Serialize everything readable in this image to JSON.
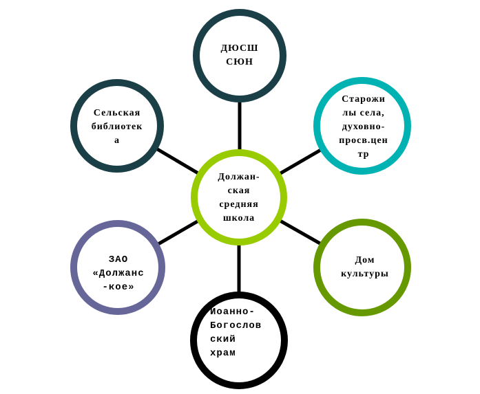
{
  "center": {
    "lines": [
      "Должан-",
      "ская",
      "средняя",
      "школа"
    ],
    "color": "#99cc00"
  },
  "nodes": [
    {
      "id": "dyussh",
      "lines": [
        "ДЮСШ",
        "СЮН"
      ],
      "color": "#1a3f47"
    },
    {
      "id": "library",
      "lines": [
        "Сельская",
        "библиотек",
        "а"
      ],
      "color": "#1a3f47"
    },
    {
      "id": "oldtimers",
      "lines": [
        "Старожи",
        "лы села,",
        "духовно-",
        "просв.цен",
        "тр"
      ],
      "color": "#00b2b2"
    },
    {
      "id": "zao",
      "lines": [
        "ЗАО",
        "«Должанс",
        "-кое»"
      ],
      "color": "#666699"
    },
    {
      "id": "culture",
      "lines": [
        "Дом",
        "культуры"
      ],
      "color": "#669900"
    },
    {
      "id": "church",
      "lines": [
        "Иоанно-",
        "Богослов",
        "ский",
        "храм"
      ],
      "color": "#000000"
    }
  ]
}
